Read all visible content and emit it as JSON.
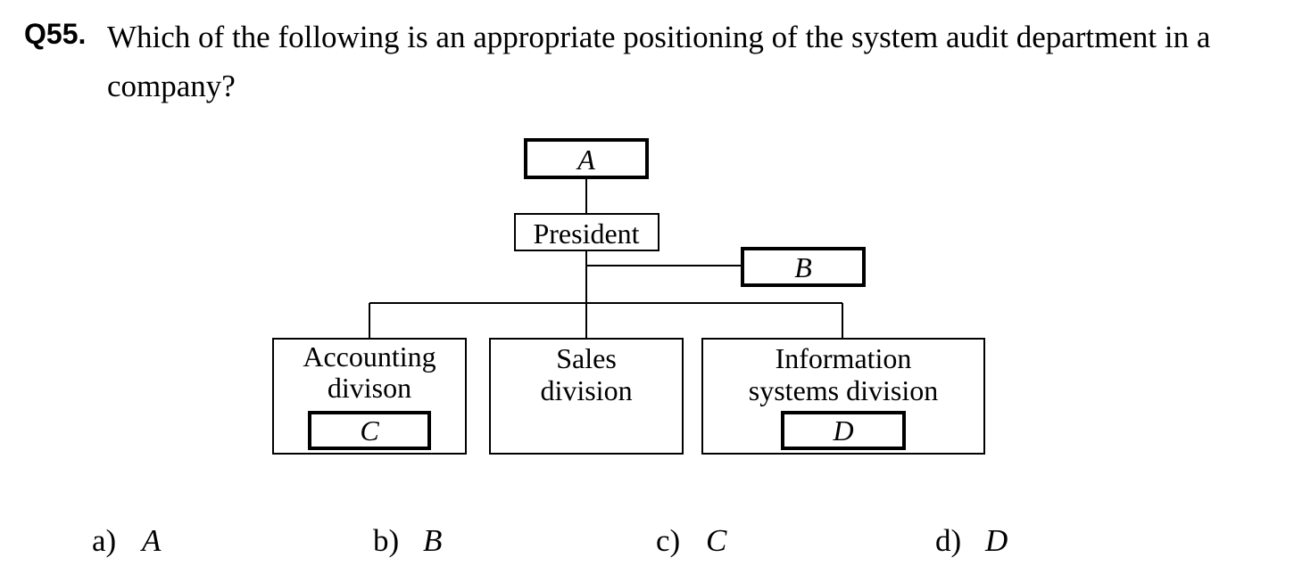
{
  "question": {
    "number": "Q55.",
    "text": "Which of the following is an appropriate positioning of the system audit department in a company?"
  },
  "org_chart": {
    "top_box": "A",
    "president": "President",
    "staff_box": "B",
    "divisions": [
      {
        "line1": "Accounting",
        "line2": "divison",
        "sub_box": "C"
      },
      {
        "line1": "Sales",
        "line2": "division"
      },
      {
        "line1": "Information",
        "line2": "systems division",
        "sub_box": "D"
      }
    ]
  },
  "options": [
    {
      "letter": "a)",
      "value": "A"
    },
    {
      "letter": "b)",
      "value": "B"
    },
    {
      "letter": "c)",
      "value": "C"
    },
    {
      "letter": "d)",
      "value": "D"
    }
  ]
}
